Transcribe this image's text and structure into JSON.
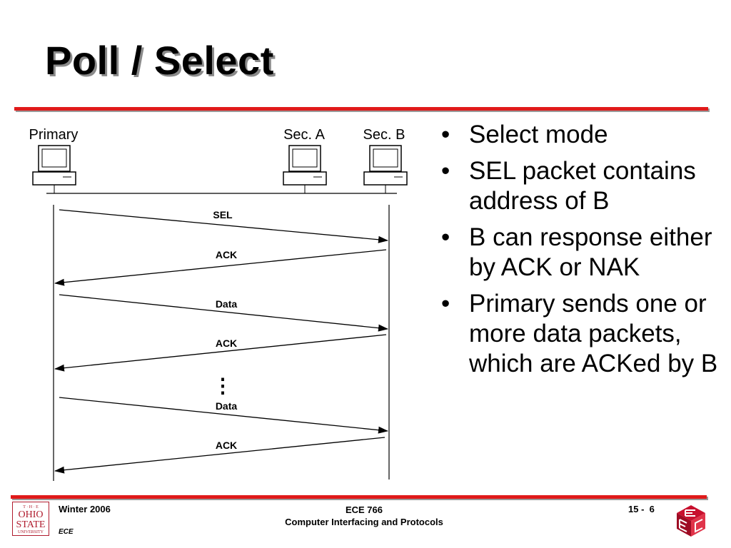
{
  "slide": {
    "title": "Poll / Select"
  },
  "diagram": {
    "nodes": [
      "Primary",
      "Sec. A",
      "Sec. B"
    ],
    "messages": [
      {
        "label": "SEL",
        "from": "Primary",
        "to": "Sec. B"
      },
      {
        "label": "ACK",
        "from": "Sec. B",
        "to": "Primary"
      },
      {
        "label": "Data",
        "from": "Primary",
        "to": "Sec. B"
      },
      {
        "label": "ACK",
        "from": "Sec. B",
        "to": "Primary"
      },
      {
        "label": "Data",
        "from": "Primary",
        "to": "Sec. B"
      },
      {
        "label": "ACK",
        "from": "Sec. B",
        "to": "Primary"
      }
    ],
    "ellipsis": "⋮"
  },
  "bullets": [
    "Select mode",
    "SEL packet contains address of B",
    "B can response either by ACK or NAK",
    "Primary sends one or more data packets, which are ACKed by B"
  ],
  "footer": {
    "term": "Winter 2006",
    "dept": "ECE",
    "course": "ECE 766",
    "course_title": "Computer Interfacing and Protocols",
    "page_prefix": "15 -",
    "page_number": "6"
  },
  "logo": {
    "osu_text": [
      "T · H · E",
      "OHIO",
      "STATE",
      "UNIVERSITY"
    ],
    "osu_color": "#b01c2e",
    "ece_color": "#c8102e"
  },
  "colors": {
    "rule": "#e01a1a",
    "shadow": "#8a8a8a"
  }
}
